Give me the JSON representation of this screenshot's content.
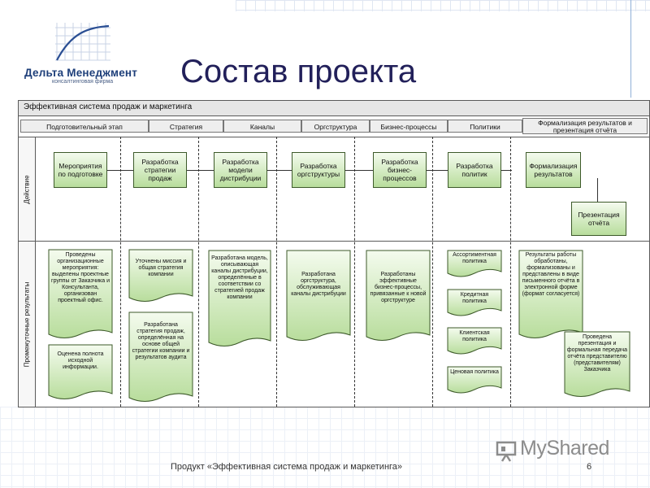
{
  "logo": {
    "name": "Дельта Менеджмент",
    "subtitle": "консалтинговая фирма"
  },
  "title": "Состав проекта",
  "frame": {
    "title": "Эффективная система продаж и маркетинга",
    "phases": [
      "Подготовительный этап",
      "Стратегия",
      "Каналы",
      "Оргструктура",
      "Бизнес-процессы",
      "Политики",
      "Формализация результатов и презентация отчёта"
    ],
    "rows": [
      "Действие",
      "Промежуточные результаты"
    ]
  },
  "actions": [
    "Мероприятия по подготовке",
    "Разработка стратегии продаж",
    "Разработка модели дистрибуции",
    "Разработка оргструктуры",
    "Разработка бизнес-процессов",
    "Разработка политик",
    "Формализация результатов",
    "Презентация отчёта"
  ],
  "results": [
    "Проведены организационные мероприятия: выделены проектные группы от Заказчика и Консультанта, организован проектный офис.",
    "Оценена полнота исходной информации.",
    "Уточнены миссия и общая стратегия компании",
    "Разработана стратегия продаж, определённая на основе общей стратегии компании и результатов аудита",
    "Разработана модель, описывающая каналы дистрибуции, определённые в соответствии со стратегией продаж компании",
    "Разработана оргструктура, обслуживающая каналы дистрибуции",
    "Разработаны эффективные бизнес-процессы, привязанные к новой оргструктуре",
    "Ассортиментная политика",
    "Кредитная политика",
    "Клиентская политика",
    "Ценовая политика",
    "Результаты работы обработаны, формализованы и представлены в виде письменного отчёта в электронной форме (формат согласуется)",
    "Проведена презентация и формальная передача отчёта представителю (представителям) Заказчика"
  ],
  "footer": {
    "text": "Продукт «Эффективная система продаж и маркетинга»",
    "page": "6"
  },
  "watermark": {
    "text": "MyShared",
    "icon": "presentation-board-icon"
  },
  "colors": {
    "title": "#22205a",
    "box_fill": "#b8dd9c",
    "box_border": "#3d5a2a",
    "logo": "#1e3f7a"
  }
}
